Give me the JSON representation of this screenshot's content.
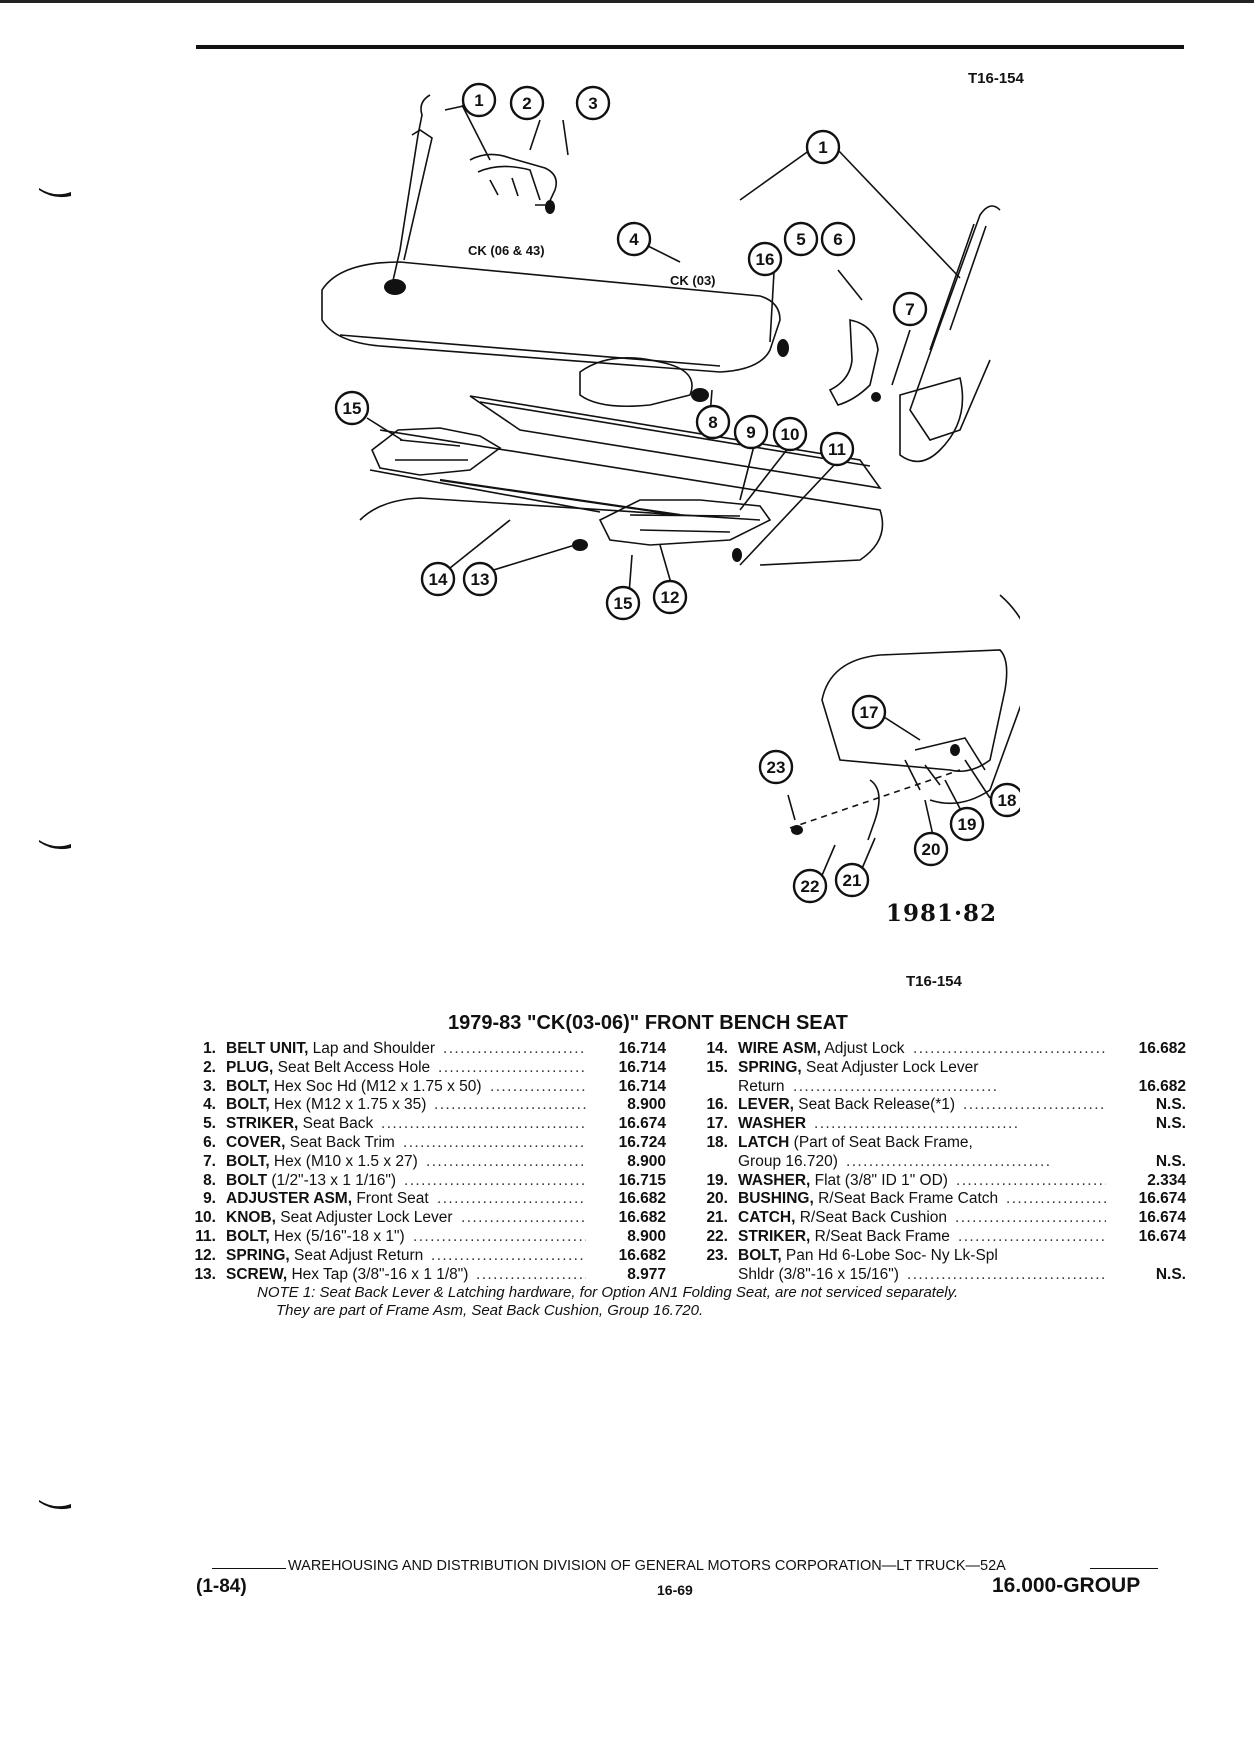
{
  "figure_code_top": "T16-154",
  "figure_code_bottom": "T16-154",
  "inset_year": "1981·82",
  "diagram": {
    "labels": {
      "ck_06_43": "CK (06 & 43)",
      "ck_03": "CK (03)"
    },
    "callouts": [
      "1",
      "2",
      "3",
      "1",
      "4",
      "16",
      "5",
      "6",
      "7",
      "15",
      "8",
      "9",
      "10",
      "11",
      "14",
      "13",
      "15",
      "12",
      "17",
      "23",
      "18",
      "19",
      "20",
      "22",
      "21"
    ]
  },
  "title": "1979-83 \"CK(03-06)\" FRONT BENCH SEAT",
  "parts_left": [
    {
      "num": "1.",
      "name": "BELT UNIT,",
      "desc": " Lap and Shoulder",
      "code": "16.714"
    },
    {
      "num": "2.",
      "name": "PLUG,",
      "desc": " Seat Belt Access Hole",
      "code": "16.714"
    },
    {
      "num": "3.",
      "name": "BOLT,",
      "desc": " Hex Soc Hd (M12 x 1.75 x 50)",
      "code": "16.714"
    },
    {
      "num": "4.",
      "name": "BOLT,",
      "desc": " Hex (M12 x 1.75 x 35)",
      "code": "8.900"
    },
    {
      "num": "5.",
      "name": "STRIKER,",
      "desc": " Seat Back",
      "code": "16.674"
    },
    {
      "num": "6.",
      "name": "COVER,",
      "desc": " Seat Back Trim",
      "code": "16.724"
    },
    {
      "num": "7.",
      "name": "BOLT,",
      "desc": " Hex (M10 x 1.5 x 27)",
      "code": "8.900"
    },
    {
      "num": "8.",
      "name": "BOLT",
      "desc": " (1/2\"-13 x 1 1/16\")",
      "code": "16.715"
    },
    {
      "num": "9.",
      "name": "ADJUSTER ASM,",
      "desc": " Front Seat",
      "code": "16.682"
    },
    {
      "num": "10.",
      "name": "KNOB,",
      "desc": " Seat Adjuster Lock Lever",
      "code": "16.682"
    },
    {
      "num": "11.",
      "name": "BOLT,",
      "desc": " Hex (5/16\"-18 x 1\")",
      "code": "8.900"
    },
    {
      "num": "12.",
      "name": "SPRING,",
      "desc": " Seat Adjust Return",
      "code": "16.682"
    },
    {
      "num": "13.",
      "name": "SCREW,",
      "desc": " Hex Tap (3/8\"-16 x 1 1/8\")",
      "code": "8.977"
    }
  ],
  "parts_right": [
    {
      "num": "14.",
      "name": "WIRE ASM,",
      "desc": " Adjust Lock",
      "code": "16.682"
    },
    {
      "num": "15.",
      "name": "SPRING,",
      "desc": " Seat Adjuster Lock Lever",
      "code": ""
    },
    {
      "num": "",
      "name": "",
      "desc": "Return",
      "code": "16.682"
    },
    {
      "num": "16.",
      "name": "LEVER,",
      "desc": " Seat Back Release(*1)",
      "code": "N.S."
    },
    {
      "num": "17.",
      "name": "WASHER",
      "desc": "",
      "code": "N.S."
    },
    {
      "num": "18.",
      "name": "LATCH",
      "desc": " (Part of Seat Back Frame,",
      "code": ""
    },
    {
      "num": "",
      "name": "",
      "desc": "Group 16.720)",
      "code": "N.S."
    },
    {
      "num": "19.",
      "name": "WASHER,",
      "desc": " Flat (3/8\" ID 1\" OD)",
      "code": "2.334"
    },
    {
      "num": "20.",
      "name": "BUSHING,",
      "desc": " R/Seat Back Frame Catch",
      "code": "16.674"
    },
    {
      "num": "21.",
      "name": "CATCH,",
      "desc": " R/Seat Back Cushion",
      "code": "16.674"
    },
    {
      "num": "22.",
      "name": "STRIKER,",
      "desc": " R/Seat Back Frame",
      "code": "16.674"
    },
    {
      "num": "23.",
      "name": "BOLT,",
      "desc": " Pan Hd 6-Lobe Soc- Ny Lk-Spl",
      "code": ""
    },
    {
      "num": "",
      "name": "",
      "desc": "Shldr (3/8\"-16 x 15/16\")",
      "code": "N.S."
    }
  ],
  "note_line1": "NOTE 1: Seat Back Lever & Latching hardware, for Option AN1 Folding Seat, are not serviced separately.",
  "note_line2": "They are part of Frame Asm, Seat Back Cushion, Group 16.720.",
  "footer": {
    "division": "WAREHOUSING AND DISTRIBUTION  DIVISION OF GENERAL MOTORS CORPORATION—LT TRUCK—52A",
    "date": "(1-84)",
    "page": "16-69",
    "group": "16.000-GROUP"
  }
}
